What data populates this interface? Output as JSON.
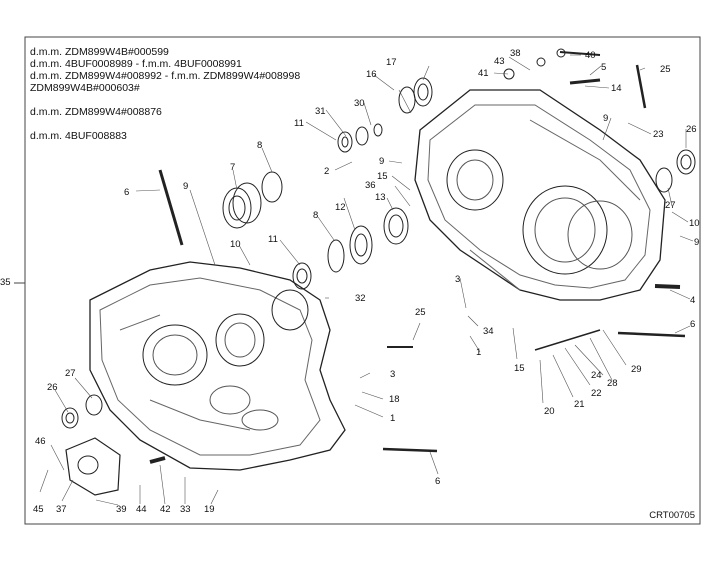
{
  "notes": [
    "d.m.m. ZDM899W4B#000599",
    "d.m.m. 4BUF0008989 - f.m.m. 4BUF0008991",
    "d.m.m. ZDM899W4#008992 - f.m.m. ZDM899W4#008998",
    "ZDM899W4B#000603#",
    "",
    "d.m.m. ZDM899W4#008876",
    "",
    "d.m.m. 4BUF008883"
  ],
  "drawing_code": "CRT00705",
  "side_ref": "35",
  "callouts": [
    "1",
    "1",
    "2",
    "3",
    "3",
    "4",
    "5",
    "6",
    "6",
    "6",
    "6",
    "7",
    "8",
    "8",
    "9",
    "9",
    "9",
    "9",
    "10",
    "10",
    "11",
    "11",
    "12",
    "13",
    "14",
    "15",
    "15",
    "16",
    "17",
    "18",
    "19",
    "20",
    "21",
    "22",
    "23",
    "24",
    "25",
    "25",
    "26",
    "26",
    "27",
    "27",
    "28",
    "29",
    "30",
    "31",
    "32",
    "33",
    "34",
    "36",
    "37",
    "38",
    "39",
    "40",
    "41",
    "42",
    "43",
    "44",
    "45",
    "46"
  ]
}
